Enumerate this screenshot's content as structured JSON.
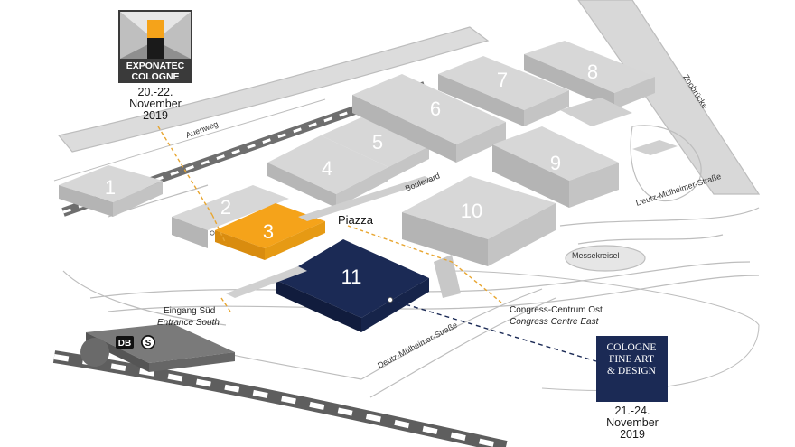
{
  "colors": {
    "road": "#d6d6d6",
    "road_edge": "#bdbdbd",
    "hall_top": "#d7d7d7",
    "hall_side": "#b5b5b5",
    "hall_front": "#c4c4c4",
    "hall3": "#f5a31a",
    "hall11": "#1b2a55",
    "exponatec_dash": "#e8a631",
    "fineart_dash": "#1b2a55"
  },
  "halls": [
    {
      "id": "1",
      "label": "1"
    },
    {
      "id": "2",
      "label": "2"
    },
    {
      "id": "3",
      "label": "3"
    },
    {
      "id": "4",
      "label": "4"
    },
    {
      "id": "5",
      "label": "5"
    },
    {
      "id": "6",
      "label": "6"
    },
    {
      "id": "7",
      "label": "7"
    },
    {
      "id": "8",
      "label": "8"
    },
    {
      "id": "9",
      "label": "9"
    },
    {
      "id": "10",
      "label": "10"
    },
    {
      "id": "11",
      "label": "11"
    }
  ],
  "streets": {
    "auenweg": "Auenweg",
    "boulevard": "Boulevard",
    "zoobruecke": "Zoobrücke",
    "deutz_muelheimer_right": "Deutz-Mülheimer-Straße",
    "deutz_muelheimer_bottom": "Deutz-Mülheimer-Straße",
    "messekreisel": "Messekreisel"
  },
  "places": {
    "piazza": "Piazza",
    "entrance_de": "Eingang Süd",
    "entrance_en": "Entrance South",
    "congress_de": "Congress-Centrum Ost",
    "congress_en": "Congress Centre East"
  },
  "station": {
    "db": "DB",
    "s": "S"
  },
  "exponatec": {
    "line1": "EXPONATEC",
    "line2": "COLOGNE",
    "date": "20.-22.",
    "month": "November",
    "year": "2019"
  },
  "fineart": {
    "line1": "COLOGNE",
    "line2": "FINE ART",
    "line3": "& DESIGN",
    "date": "21.-24.",
    "month": "November",
    "year": "2019"
  }
}
